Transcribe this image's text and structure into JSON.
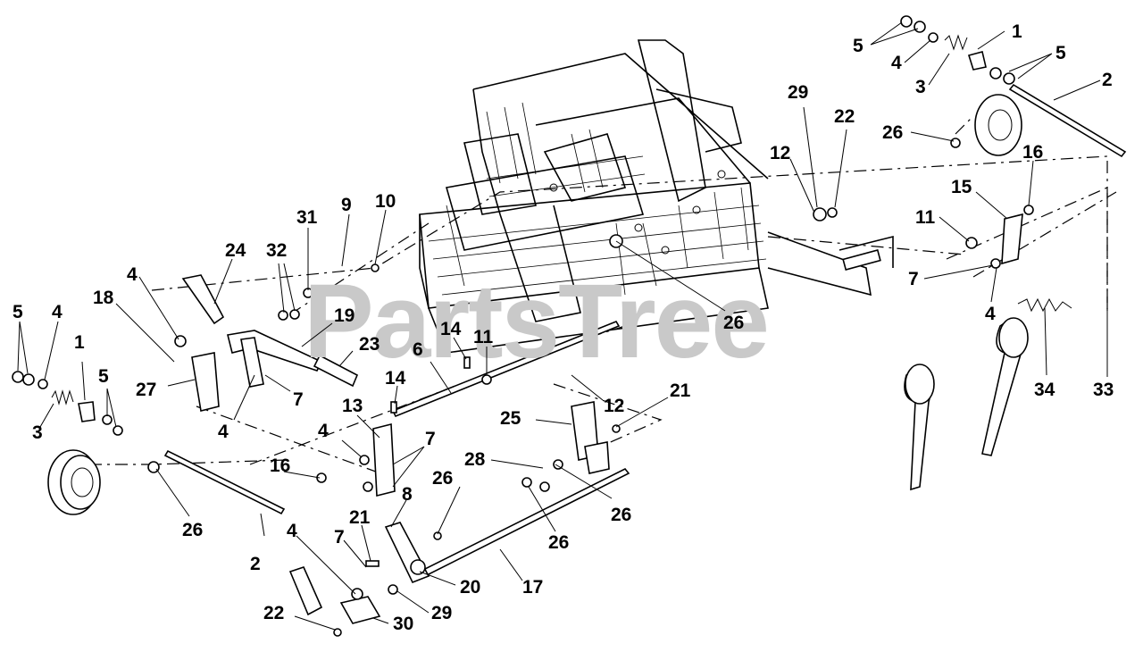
{
  "watermark": "PartsTree",
  "callouts": [
    {
      "id": "c1",
      "text": "5"
    },
    {
      "id": "c2",
      "text": "1"
    },
    {
      "id": "c3",
      "text": "4"
    },
    {
      "id": "c4",
      "text": "5"
    },
    {
      "id": "c5",
      "text": "3"
    },
    {
      "id": "c6",
      "text": "2"
    },
    {
      "id": "c7",
      "text": "29"
    },
    {
      "id": "c8",
      "text": "22"
    },
    {
      "id": "c9",
      "text": "26"
    },
    {
      "id": "c10",
      "text": "12"
    },
    {
      "id": "c11",
      "text": "16"
    },
    {
      "id": "c12",
      "text": "15"
    },
    {
      "id": "c13",
      "text": "11"
    },
    {
      "id": "c14",
      "text": "7"
    },
    {
      "id": "c15",
      "text": "4"
    },
    {
      "id": "c16",
      "text": "34"
    },
    {
      "id": "c17",
      "text": "33"
    },
    {
      "id": "c18",
      "text": "26"
    },
    {
      "id": "c19",
      "text": "31"
    },
    {
      "id": "c20",
      "text": "9"
    },
    {
      "id": "c21",
      "text": "10"
    },
    {
      "id": "c22",
      "text": "24"
    },
    {
      "id": "c23",
      "text": "32"
    },
    {
      "id": "c24",
      "text": "4"
    },
    {
      "id": "c25",
      "text": "18"
    },
    {
      "id": "c26",
      "text": "19"
    },
    {
      "id": "c27",
      "text": "23"
    },
    {
      "id": "c28",
      "text": "5"
    },
    {
      "id": "c29",
      "text": "4"
    },
    {
      "id": "c30",
      "text": "1"
    },
    {
      "id": "c31",
      "text": "27"
    },
    {
      "id": "c32",
      "text": "7"
    },
    {
      "id": "c33",
      "text": "6"
    },
    {
      "id": "c34",
      "text": "14"
    },
    {
      "id": "c35",
      "text": "11"
    },
    {
      "id": "c36",
      "text": "14"
    },
    {
      "id": "c37",
      "text": "12"
    },
    {
      "id": "c38",
      "text": "5"
    },
    {
      "id": "c39",
      "text": "3"
    },
    {
      "id": "c40",
      "text": "4"
    },
    {
      "id": "c41",
      "text": "13"
    },
    {
      "id": "c42",
      "text": "4"
    },
    {
      "id": "c43",
      "text": "7"
    },
    {
      "id": "c44",
      "text": "25"
    },
    {
      "id": "c45",
      "text": "21"
    },
    {
      "id": "c46",
      "text": "16"
    },
    {
      "id": "c47",
      "text": "28"
    },
    {
      "id": "c48",
      "text": "26"
    },
    {
      "id": "c49",
      "text": "26"
    },
    {
      "id": "c50",
      "text": "26"
    },
    {
      "id": "c51",
      "text": "8"
    },
    {
      "id": "c52",
      "text": "26"
    },
    {
      "id": "c53",
      "text": "4"
    },
    {
      "id": "c54",
      "text": "2"
    },
    {
      "id": "c55",
      "text": "21"
    },
    {
      "id": "c56",
      "text": "7"
    },
    {
      "id": "c57",
      "text": "20"
    },
    {
      "id": "c58",
      "text": "17"
    },
    {
      "id": "c59",
      "text": "22"
    },
    {
      "id": "c60",
      "text": "30"
    },
    {
      "id": "c61",
      "text": "29"
    }
  ]
}
